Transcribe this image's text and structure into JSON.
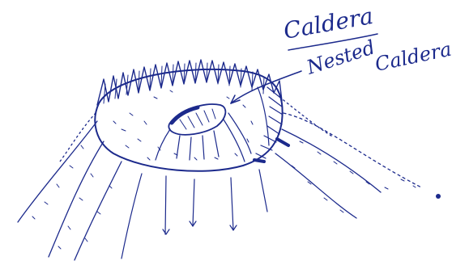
{
  "labels": {
    "caldera": "Caldera",
    "nested_caldera_line1": "Nested",
    "nested_caldera_line2": "Caldera"
  },
  "colors": {
    "ink": "#1c2a8c",
    "background": "#ffffff"
  }
}
